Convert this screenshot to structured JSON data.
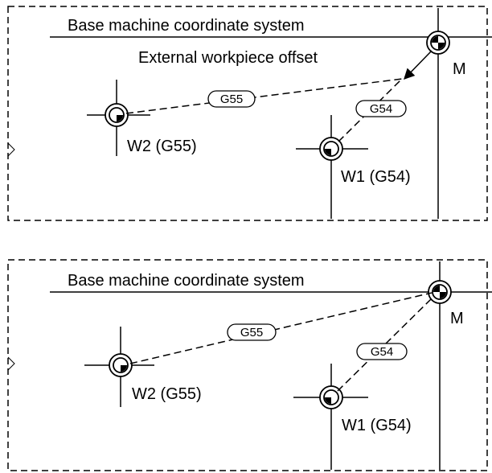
{
  "panel_top": {
    "base_label": "Base machine coordinate system",
    "offset_label": "External workpiece offset",
    "m_label": "M",
    "w1_label": "W1 (G54)",
    "w2_label": "W2 (G55)",
    "g55_tag": "G55",
    "g54_tag": "G54"
  },
  "panel_bottom": {
    "base_label": "Base machine coordinate system",
    "m_label": "M",
    "w1_label": "W1 (G54)",
    "w2_label": "W2 (G55)",
    "g55_tag": "G55",
    "g54_tag": "G54"
  },
  "colors": {
    "line": "#000000",
    "background": "#ffffff"
  }
}
